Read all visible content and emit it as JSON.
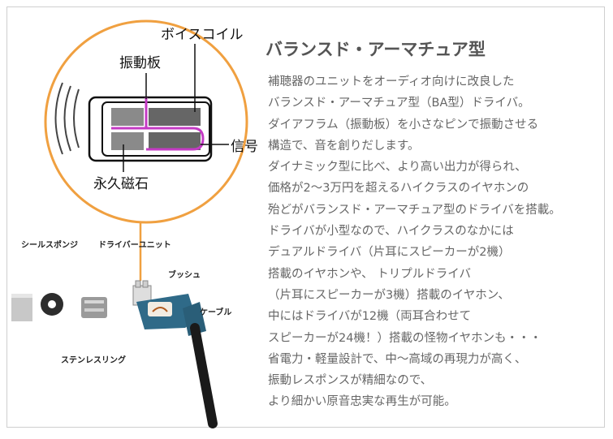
{
  "diagram": {
    "labels": {
      "voice_coil": "ボイスコイル",
      "diaphragm": "振動板",
      "signal": "信号",
      "magnet": "永久磁石",
      "seal_sponge": "シールスポンジ",
      "driver_unit": "ドライバーユニット",
      "bush": "ブッシュ",
      "cable": "ケーブル",
      "stainless_ring": "ステンレスリング"
    }
  },
  "article": {
    "title": "バランスド・アーマチュア型",
    "lines": [
      "補聴器のユニットをオーディオ向けに改良した",
      "バランスド・アーマチュア型（BA型）ドライバ。",
      "ダイアフラム（振動板）を小さなピンで振動させる",
      "構造で、音を創りだします。",
      "ダイナミック型に比べ、より高い出力が得られ、",
      "価格が2〜3万円を超えるハイクラスのイヤホンの",
      "殆どがバランスド・アーマチュア型のドライバを搭載。",
      "ドライバが小型なので、ハイクラスのなかには",
      "デュアルドライバ（片耳にスピーカーが2機）",
      "搭載のイヤホンや、 トリプルドライバ",
      "（片耳にスピーカーが3機）搭載のイヤホン、",
      "中にはドライバが12機（両耳合わせて",
      "スピーカーが24機！）搭載の怪物イヤホンも・・・",
      "省電力・軽量設計で、中〜高域の再現力が高く、",
      "振動レスポンスが精細なので、",
      "より細かい原音忠実な再生が可能。"
    ]
  }
}
